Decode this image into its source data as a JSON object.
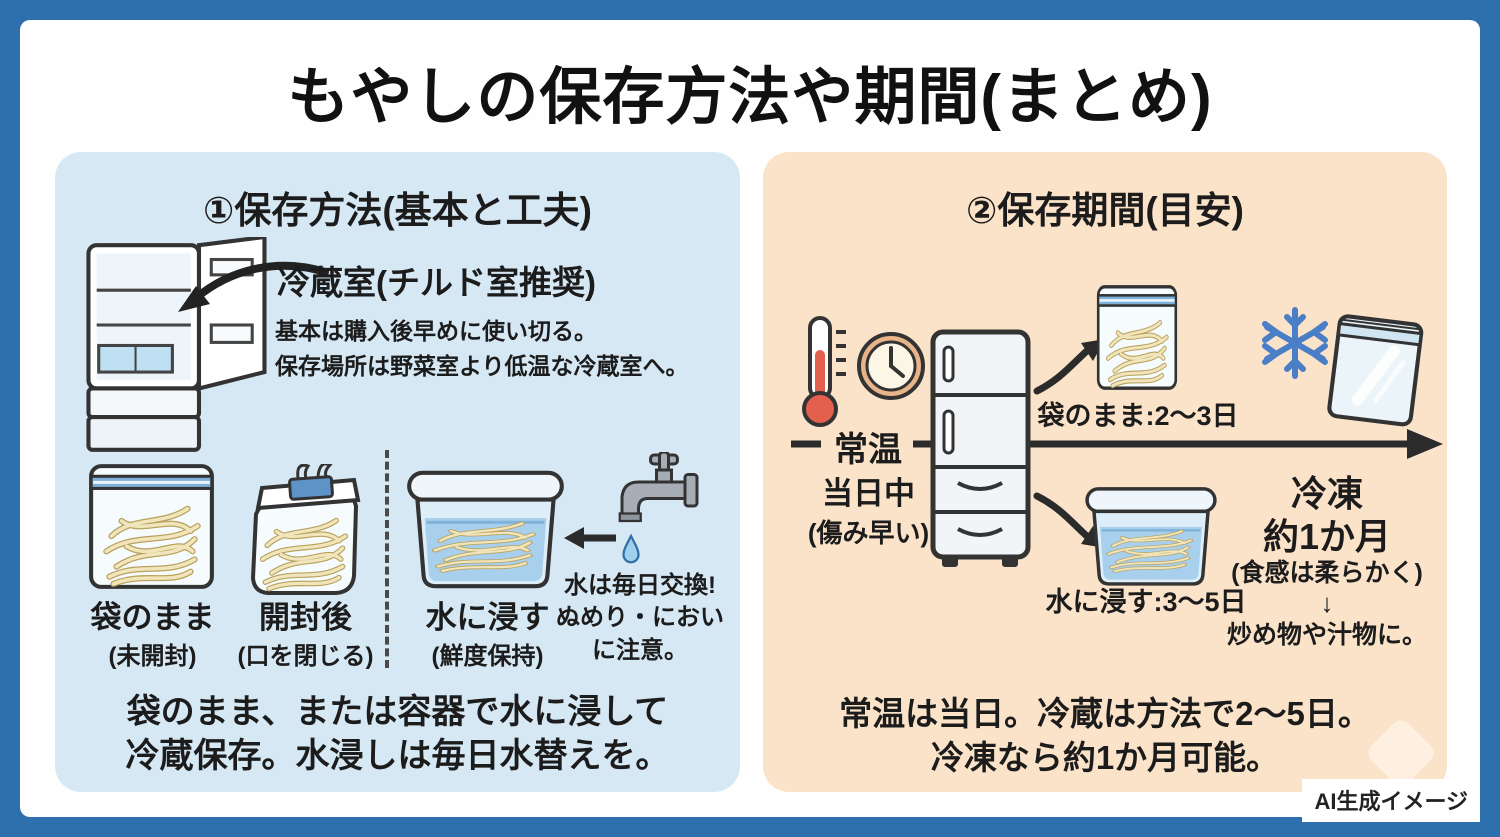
{
  "title": "もやしの保存方法や期間(まとめ)",
  "colors": {
    "frame": "#2e6fae",
    "left_panel": "#d6e8f4",
    "right_panel": "#fbe3c9",
    "accent_red": "#e4604e",
    "snow_blue": "#4a7ec7"
  },
  "left_panel": {
    "heading": "①保存方法(基本と工夫)",
    "fridge_label": "冷蔵室(チルド室推奨)",
    "fridge_note_line1": "基本は購入後早めに使い切る。",
    "fridge_note_line2": "保存場所は野菜室より低温な冷蔵室へ。",
    "items": [
      {
        "label": "袋のまま",
        "sub": "(未開封)"
      },
      {
        "label": "開封後",
        "sub": "(口を閉じる)"
      },
      {
        "label": "水に浸す",
        "sub": "(鮮度保持)"
      }
    ],
    "water_note_line1": "水は毎日交換!",
    "water_note_line2": "ぬめり・におい",
    "water_note_line3": "に注意。",
    "summary_line1": "袋のまま、または容器で水に浸して",
    "summary_line2": "冷蔵保存。水浸しは毎日水替えを。"
  },
  "right_panel": {
    "heading": "②保存期間(目安)",
    "room_temp_label": "常温",
    "room_temp_duration": "当日中",
    "room_temp_note": "(傷み早い)",
    "bag_duration": "袋のまま:2〜3日",
    "water_duration": "水に浸す:3〜5日",
    "freeze_label": "冷凍",
    "freeze_duration": "約1か月",
    "freeze_note": "(食感は柔らかく)",
    "freeze_arrow": "↓",
    "freeze_use": "炒め物や汁物に。",
    "summary_line1": "常温は当日。冷蔵は方法で2〜5日。",
    "summary_line2": "冷凍なら約1か月可能。"
  },
  "footer": {
    "credit": "AI生成イメージ"
  }
}
